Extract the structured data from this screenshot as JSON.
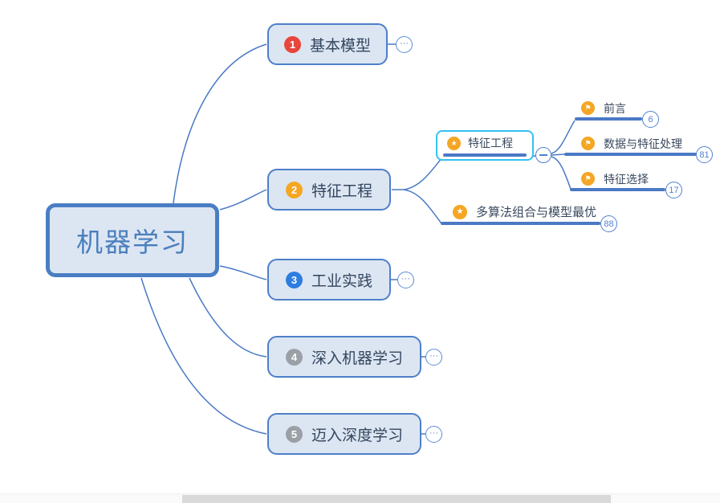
{
  "root": {
    "label": "机器学习"
  },
  "main_topics": [
    {
      "label": "基本模型",
      "number": "1",
      "badge_color": "#e8453c",
      "has_collapsed_children": true
    },
    {
      "label": "特征工程",
      "number": "2",
      "badge_color": "#f5a623",
      "has_collapsed_children": false
    },
    {
      "label": "工业实践",
      "number": "3",
      "badge_color": "#2f7de1",
      "has_collapsed_children": true
    },
    {
      "label": "深入机器学习",
      "number": "4",
      "badge_color": "#9aa0a6",
      "has_collapsed_children": true
    },
    {
      "label": "迈入深度学习",
      "number": "5",
      "badge_color": "#9aa0a6",
      "has_collapsed_children": true
    }
  ],
  "branch": {
    "selected_topic": {
      "label": "特征工程",
      "icon": "star-icon",
      "selected": true
    },
    "sibling_topic": {
      "label": "多算法组合与模型最优",
      "icon": "star-icon",
      "count": "88"
    },
    "children": [
      {
        "label": "前言",
        "icon": "flag-icon",
        "count": "6"
      },
      {
        "label": "数据与特征处理",
        "icon": "flag-icon",
        "count": "81"
      },
      {
        "label": "特征选择",
        "icon": "flag-icon",
        "count": "17"
      }
    ]
  },
  "icons": {
    "star": "★",
    "flag": "⚑",
    "ellipsis": "···"
  },
  "colors": {
    "node_fill": "#dce6f2",
    "node_border": "#4d7fc9",
    "root_border": "#4a7ec2",
    "root_text": "#4a7ebd",
    "topic_text": "#33455f",
    "connector": "#4a79c5",
    "underline": "#4a79c5",
    "selection": "#35c1f1",
    "icon_circle": "#f5a623",
    "count_badge": "#4f81d0",
    "scrollbar_thumb": "#d9d9d9"
  }
}
